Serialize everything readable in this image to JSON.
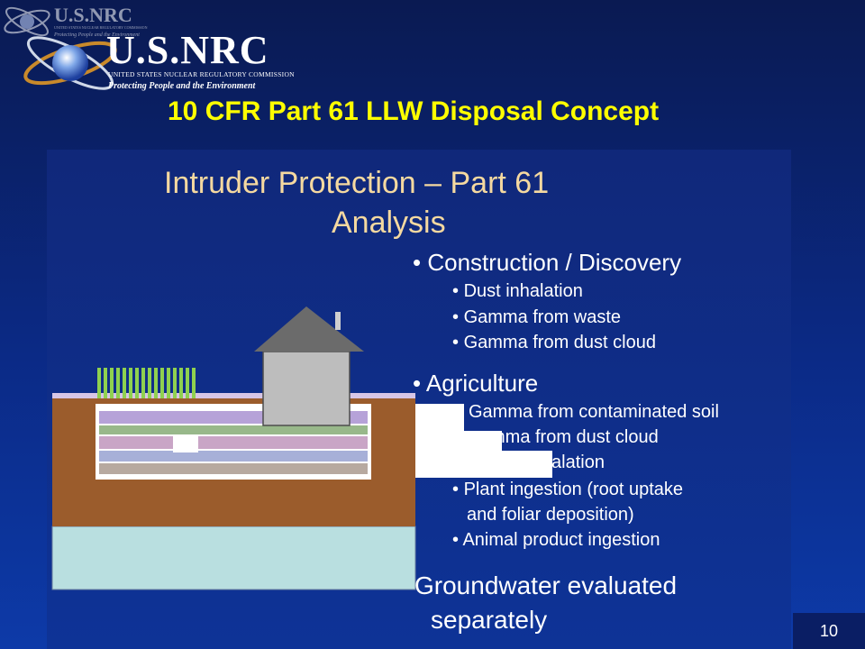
{
  "logo": {
    "wordmark": "U.S.NRC",
    "subtitle": "UNITED STATES NUCLEAR REGULATORY COMMISSION",
    "tagline": "Protecting People and the Environment"
  },
  "slide": {
    "title": "10 CFR Part 61 LLW Disposal Concept",
    "page_number": "10"
  },
  "figure": {
    "title_line1": "Intruder Protection – Part 61",
    "title_line2": "Analysis",
    "sections": [
      {
        "heading": "Construction / Discovery",
        "items": [
          "Dust inhalation",
          "Gamma from waste",
          "Gamma from dust cloud"
        ]
      },
      {
        "heading": "Agriculture",
        "items": [
          "Gamma from contaminated soil",
          "mma from dust cloud",
          "alation",
          "Plant ingestion (root uptake",
          "and foliar deposition)",
          "Animal product ingestion"
        ]
      }
    ],
    "groundwater_line1": "Groundwater evaluated",
    "groundwater_line2": "separately"
  },
  "colors": {
    "title_yellow": "#ffff00",
    "inner_title": "#f5d9a0",
    "soil_brown": "#9b5c2c",
    "water": "#b9dfe0",
    "house_wall": "#bdbdbd",
    "roof": "#6b6b6b",
    "plants": "#8fd14f"
  },
  "icons": [
    "atom-logo-icon",
    "house-icon",
    "plant-rows-icon"
  ]
}
